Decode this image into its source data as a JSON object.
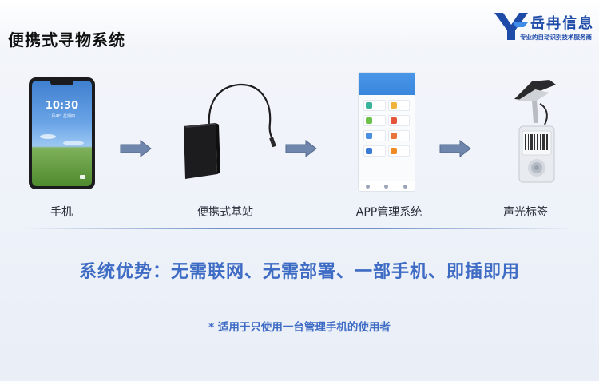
{
  "header": {
    "title": "便携式寻物系统",
    "logo": {
      "name": "岳冉信息",
      "slogan": "专业的自动识别技术服务商",
      "brand_color": "#1e4aa8"
    }
  },
  "devices": [
    {
      "id": "phone",
      "label": "手机",
      "icon": "smartphone-icon",
      "screen": {
        "time": "10:30",
        "date": "1月4日 星期四"
      }
    },
    {
      "id": "station",
      "label": "便携式基站",
      "icon": "base-station-icon"
    },
    {
      "id": "app",
      "label": "APP管理系统",
      "icon": "app-screen-icon"
    },
    {
      "id": "tag",
      "label": "声光标签",
      "icon": "sound-light-tag-icon"
    }
  ],
  "arrows": [
    "arrow-right-icon",
    "arrow-right-icon",
    "arrow-right-icon"
  ],
  "advantages": "系统优势：无需联网、无需部署、一部手机、即插即用",
  "note": "* 适用于只使用一台管理手机的使用者",
  "colors": {
    "accent": "#3e6bc4",
    "arrow_fill": "#6f86ad"
  }
}
